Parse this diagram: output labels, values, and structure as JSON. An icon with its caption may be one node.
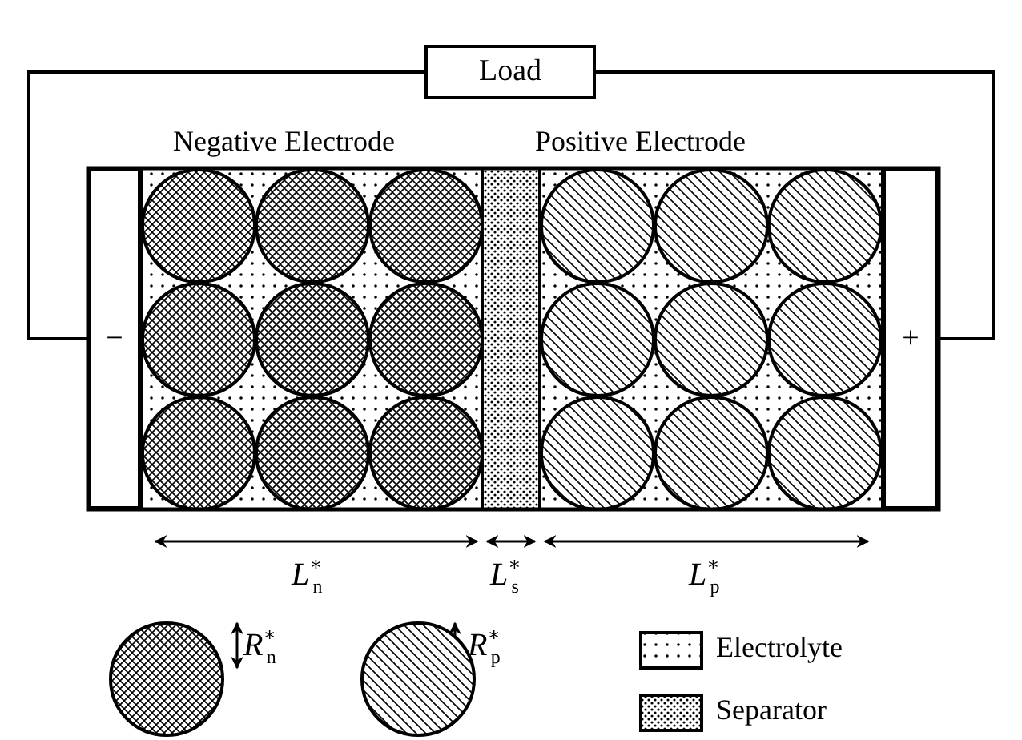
{
  "diagram": {
    "nodes": [
      {
        "text": [
          "Load"
        ]
      },
      {
        "text": [
          "−"
        ]
      },
      {
        "text": [
          "+"
        ]
      }
    ],
    "edges": [
      {
        "from": 1,
        "to": 0,
        "arrow": "none"
      },
      {
        "from": 0,
        "to": 2,
        "arrow": "none"
      }
    ],
    "labels": [
      "Negative Electrode",
      "Positive Electrode",
      "*L*$^{∗}$$_{n}$",
      "*L*$^{∗}$$_{s}$",
      "*L*$^{∗}$$_{p}$",
      "*R*$^{∗}$$_{n}$",
      "*R*$^{∗}$$_{p}$"
    ],
    "legend": [
      {
        "text": "Electrolyte"
      },
      {
        "text": "Separator"
      }
    ]
  }
}
